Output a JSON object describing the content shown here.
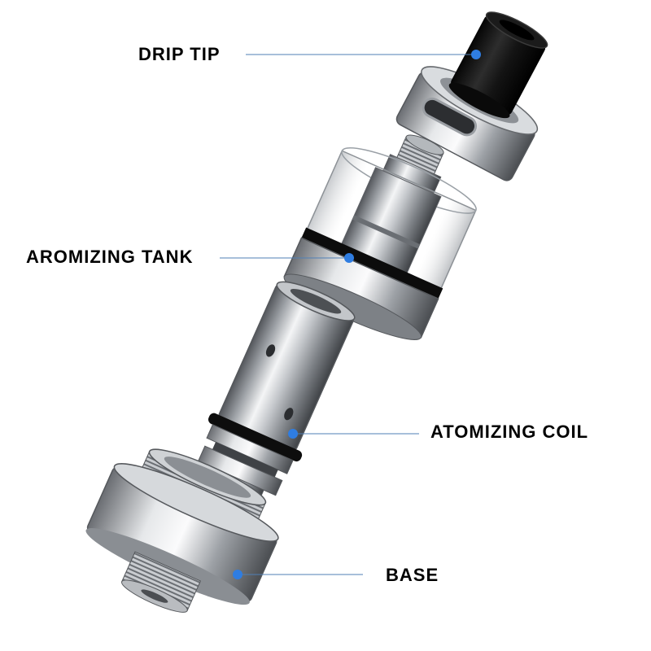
{
  "labels": {
    "drip_tip": "DRIP TIP",
    "aromizing_tank": "AROMIZING TANK",
    "atomizing_coil": "ATOMIZING COIL",
    "base": "BASE"
  },
  "colors": {
    "leader_line": "#4f7fb5",
    "marker_dot": "#2f7de1",
    "steel_dark": "#5a5d62",
    "steel_light": "#eceef0",
    "black_part": "#111111"
  }
}
